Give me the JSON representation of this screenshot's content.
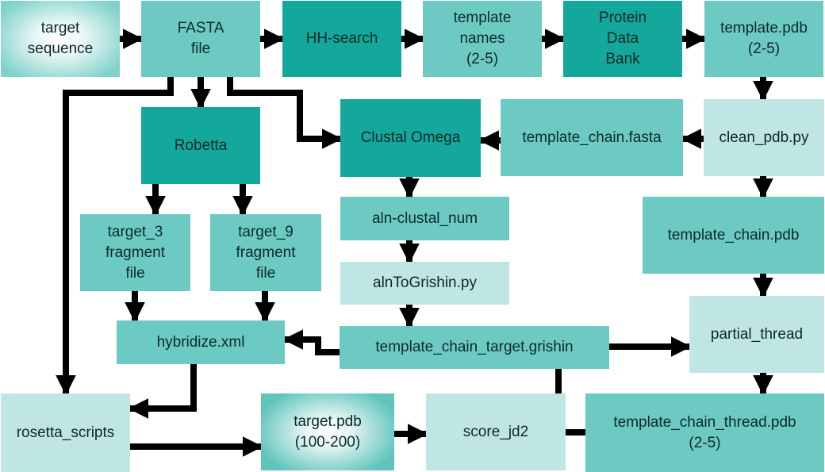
{
  "nodes": {
    "target_sequence": "target\nsequence",
    "fasta_file": "FASTA\nfile",
    "hh_search": "HH-search",
    "template_names": "template\nnames\n(2-5)",
    "protein_data_bank": "Protein\nData\nBank",
    "template_pdb": "template.pdb\n(2-5)",
    "robetta": "Robetta",
    "clustal_omega": "Clustal Omega",
    "template_chain_fasta": "template_chain.fasta",
    "clean_pdb_py": "clean_pdb.py",
    "target_3_fragment_file": "target_3\nfragment\nfile",
    "target_9_fragment_file": "target_9\nfragment\nfile",
    "aln_clustal_num": "aln-clustal_num",
    "template_chain_pdb": "template_chain.pdb",
    "aln_to_grishin_py": "alnToGrishin.py",
    "hybridize_xml": "hybridize.xml",
    "template_chain_target_grishin": "template_chain_target.grishin",
    "partial_thread": "partial_thread",
    "rosetta_scripts": "rosetta_scripts",
    "target_pdb": "target.pdb\n(100-200)",
    "score_jd2": "score_jd2",
    "template_chain_thread_pdb": "template_chain_thread.pdb\n(2-5)"
  },
  "colors": {
    "medium_teal": "#6ccac3",
    "dark_teal": "#13a89b",
    "light_teal": "#c0e6e3",
    "arrow": "#000000"
  }
}
